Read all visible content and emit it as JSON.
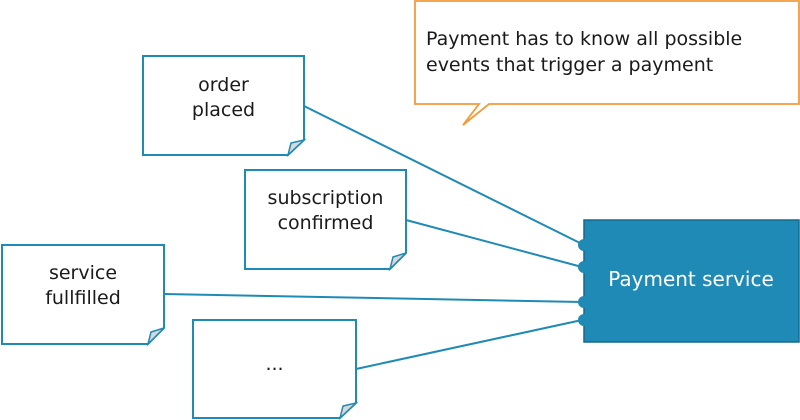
{
  "callout": {
    "line1": "Payment has to know all possible",
    "line2": "events that trigger a payment"
  },
  "events": [
    {
      "line1": "order",
      "line2": "placed"
    },
    {
      "line1": "subscription",
      "line2": "confirmed"
    },
    {
      "line1": "service",
      "line2": "fullfilled"
    },
    {
      "line1": "...",
      "line2": ""
    }
  ],
  "service": {
    "label": "Payment service"
  },
  "colors": {
    "accent": "#1f8ab5",
    "callout_border": "#f29b38",
    "service_fill": "#1f8ab5",
    "fold": "#d8d8d8"
  }
}
